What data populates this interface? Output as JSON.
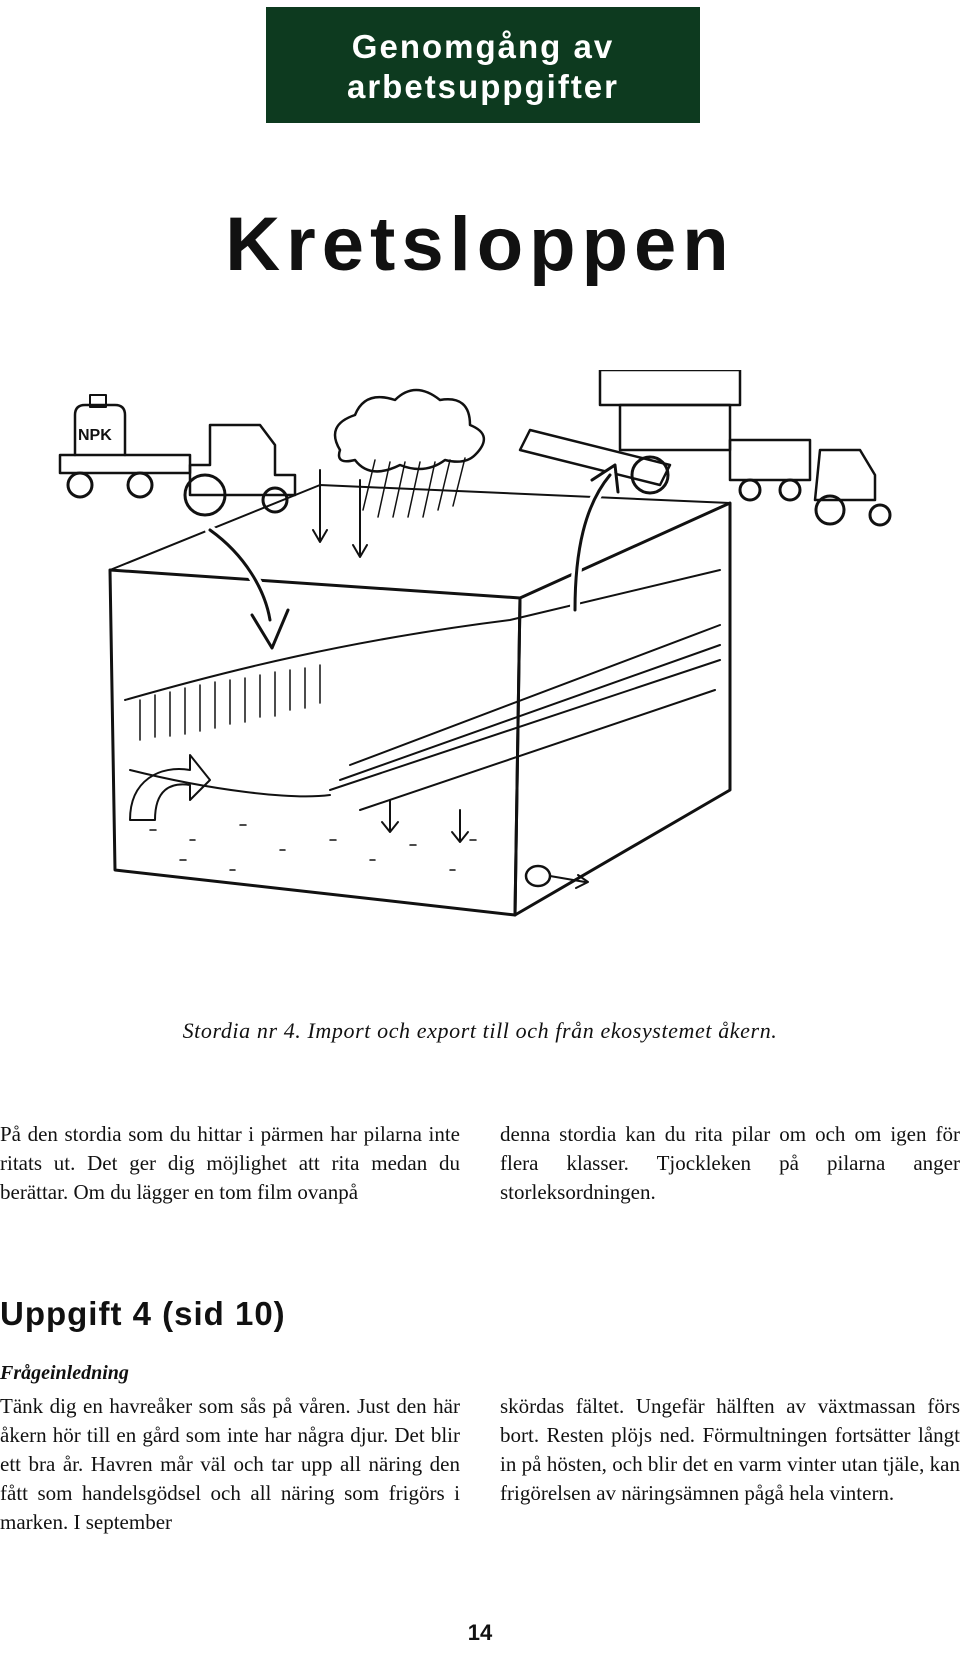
{
  "header": {
    "line1": "Genomgång av",
    "line2": "arbetsuppgifter"
  },
  "title": "Kretsloppen",
  "figure": {
    "fertilizer_label": "NPK",
    "caption": "Stordia nr 4. Import och export till och från ekosystemet åkern."
  },
  "intro": {
    "left": "På den stordia som du hittar i pärmen har pilarna inte ritats ut. Det ger dig möjlighet att rita medan du berättar. Om du lägger en tom film ovanpå",
    "right": "denna stordia kan du rita pilar om och om igen för flera klasser. Tjockleken på pilarna anger storleksordningen."
  },
  "section": {
    "heading": "Uppgift 4 (sid 10)",
    "subheading": "Frågeinledning",
    "left": "Tänk dig en havreåker som sås på våren. Just den här åkern hör till en gård som inte har några djur. Det blir ett bra år. Havren mår väl och tar upp all näring den fått som handelsgödsel och all näring som frigörs i marken. I september",
    "right": "skördas fältet. Ungefär hälften av växtmassan förs bort. Resten plöjs ned. Förmultningen fortsätter långt in på hösten, och blir det en varm vinter utan tjäle, kan frigörelsen av näringsämnen pågå hela vintern."
  },
  "page_number": "14"
}
